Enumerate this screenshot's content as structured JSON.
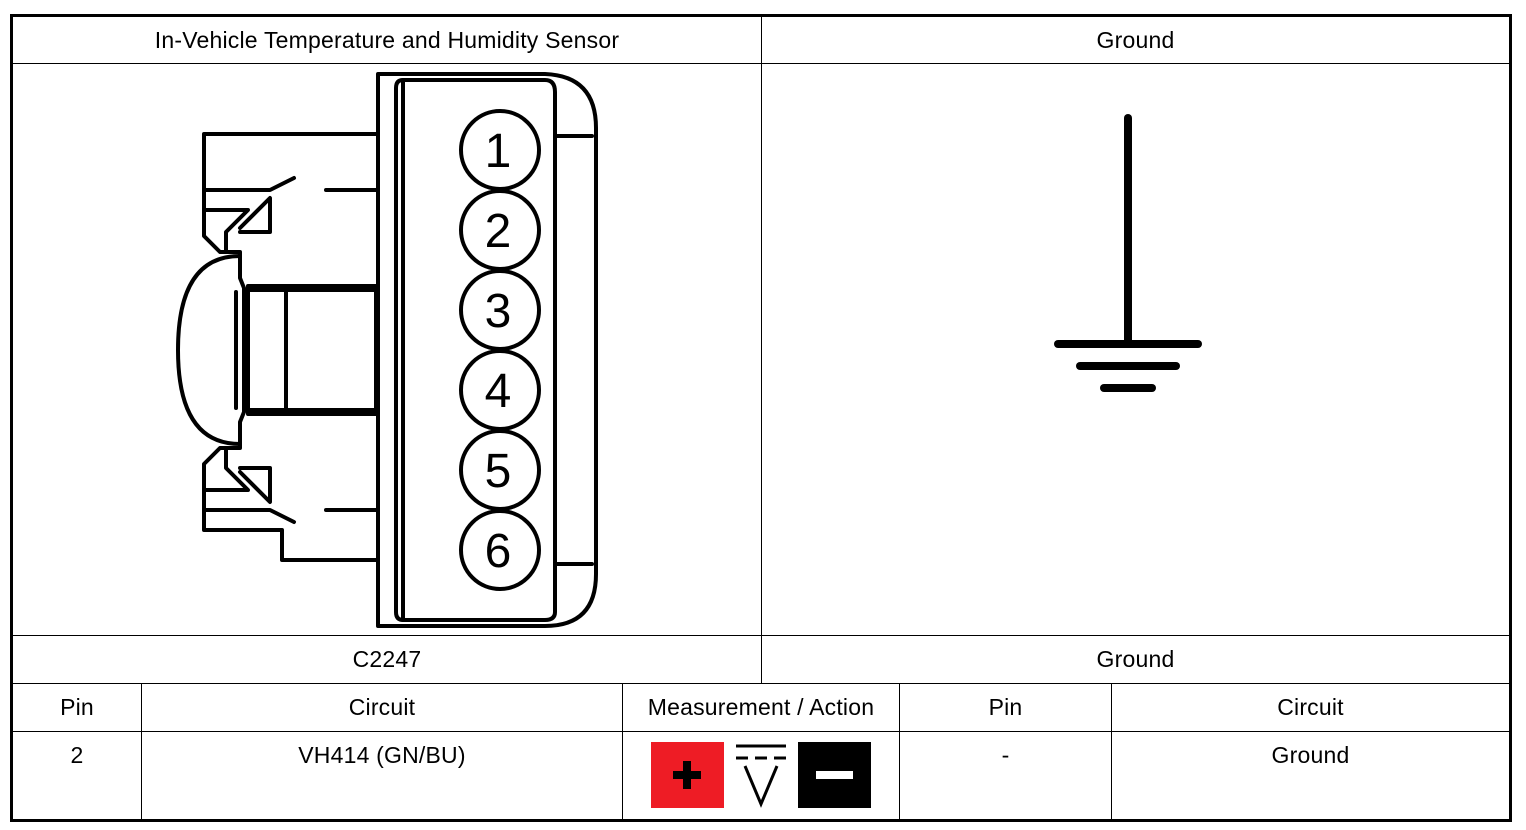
{
  "header": {
    "left_title": "In-Vehicle Temperature and Humidity Sensor",
    "right_title": "Ground"
  },
  "connector": {
    "pins": [
      "1",
      "2",
      "3",
      "4",
      "5",
      "6"
    ]
  },
  "labels": {
    "left_connector_id": "C2247",
    "right_connector_id": "Ground"
  },
  "table": {
    "columns": [
      "Pin",
      "Circuit",
      "Measurement / Action",
      "Pin",
      "Circuit"
    ],
    "rows": [
      {
        "pin": "2",
        "circuit": "VH414 (GN/BU)",
        "pin2": "-",
        "circuit2": "Ground"
      }
    ]
  },
  "measurement": {
    "positive_icon": "plus-sign-icon",
    "meter_icon": "dc-voltage-icon",
    "negative_icon": "minus-sign-icon",
    "positive_color": "#ee1c25",
    "negative_color": "#000000"
  }
}
